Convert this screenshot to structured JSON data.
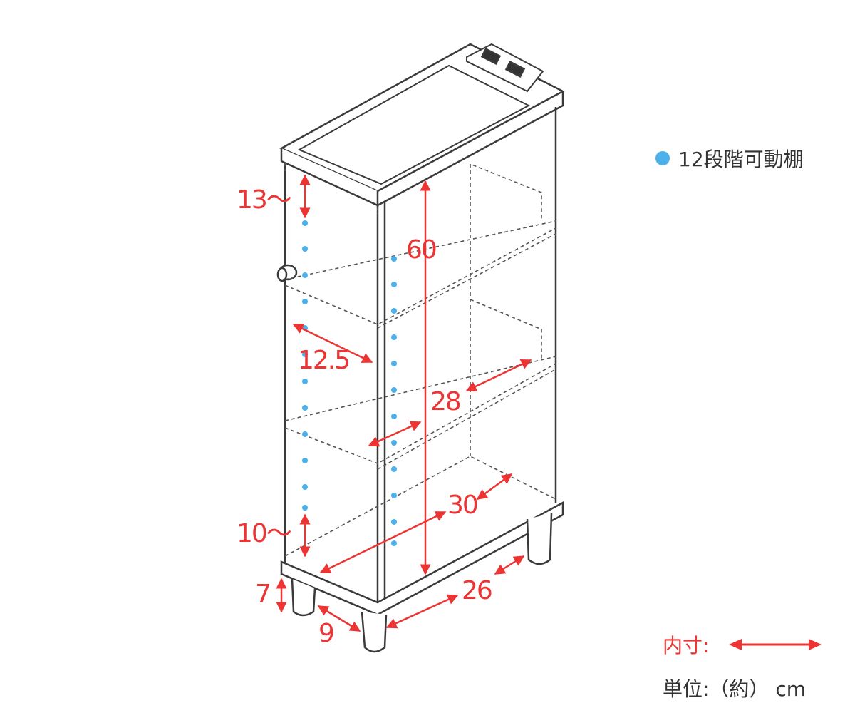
{
  "dimensions": {
    "top_clearance": "13〜",
    "height_inner": "60",
    "shelf_depth": "12.5",
    "shelf_width": "28",
    "width_inner": "30",
    "bottom_clearance": "10〜",
    "leg_height": "7",
    "base_depth": "9",
    "base_width": "26"
  },
  "legend": {
    "shelf_note": "12段階可動棚",
    "inner_label": "内寸:",
    "unit_label": "単位:（約） cm"
  },
  "colors": {
    "dimension": "#ee3333",
    "shelf_dot": "#4cb0ea",
    "outline": "#3a3a3a"
  }
}
